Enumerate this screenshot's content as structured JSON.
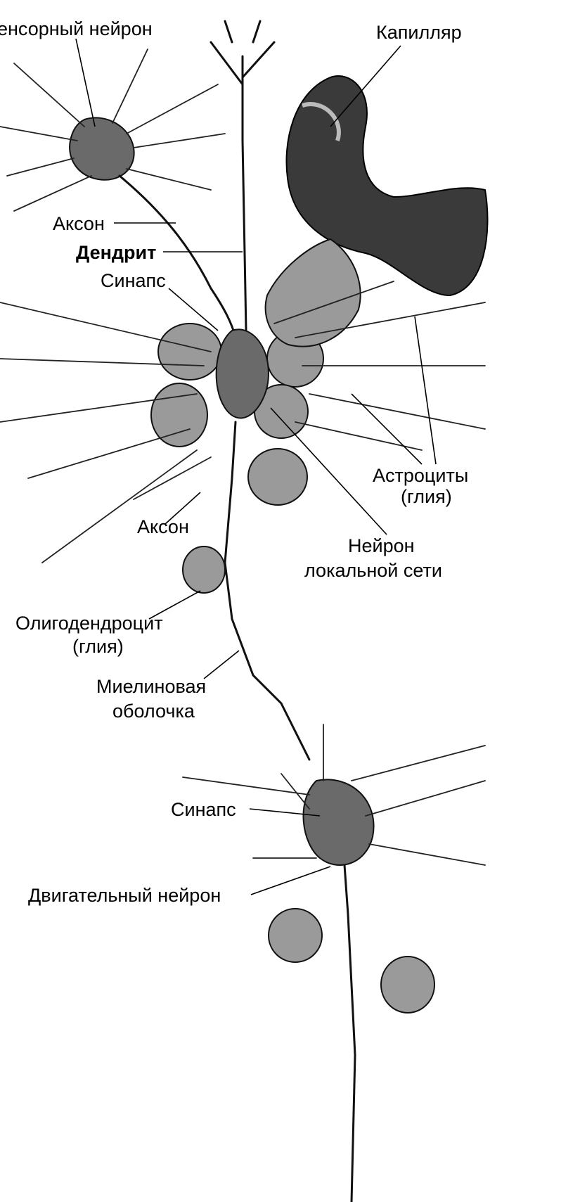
{
  "title": "Нейроны и глия",
  "labels": {
    "sensory_neuron": "енсорный нейрон",
    "capillary": "Капилляр",
    "axon_top": "Аксон",
    "dendrite": "Дендрит",
    "synapse_top": "Синапс",
    "astrocytes": "Астроциты",
    "astrocytes_glia": "(глия)",
    "axon_mid": "Аксон",
    "local_neuron_1": "Нейрон",
    "local_neuron_2": "локальной сети",
    "oligodendrocyte": "Олигодендроцит",
    "oligodendrocyte_glia": "(глия)",
    "myelin_1": "Миелиновая",
    "myelin_2": "оболочка",
    "synapse_bottom": "Синапс",
    "motor_neuron": "Двигательный нейрон"
  }
}
